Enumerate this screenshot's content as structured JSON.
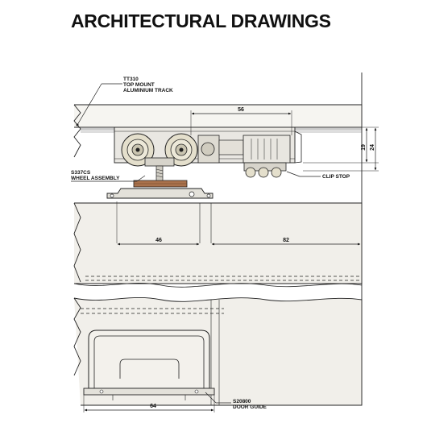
{
  "page": {
    "title": "ARCHITECTURAL DRAWINGS"
  },
  "callouts": {
    "track": {
      "code": "TT310",
      "line1": "TOP MOUNT",
      "line2": "ALUMINIUM TRACK"
    },
    "wheel": {
      "code": "S337CS",
      "line1": "WHEEL ASSEMBLY"
    },
    "clip_stop": {
      "line1": "CLIP STOP"
    },
    "door_guide": {
      "code": "S20800",
      "line1": "DOOR GUIDE"
    }
  },
  "dimensions": {
    "track_width": "56",
    "height_inner": "19",
    "height_outer": "24",
    "offset_left": "46",
    "offset_right": "82",
    "guide_width": "64"
  },
  "colors": {
    "line": "#222222",
    "panel": "#f1efea",
    "metal": "#d9d7d0",
    "wheel": "#e8e2cf",
    "nut_copper": "#a9714b"
  }
}
